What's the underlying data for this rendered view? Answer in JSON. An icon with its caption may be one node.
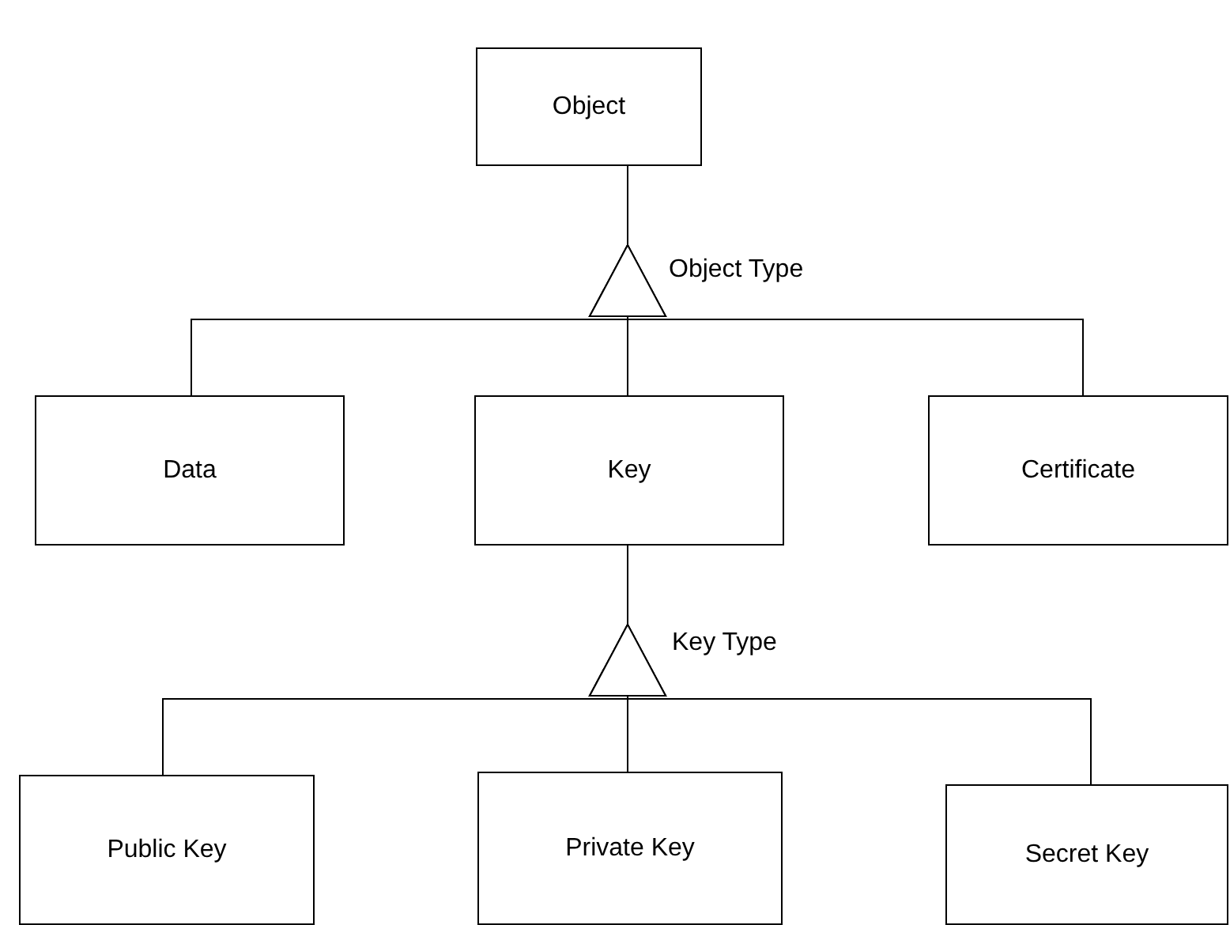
{
  "diagram": {
    "nodes": [
      {
        "text": [
          "Object"
        ]
      },
      {
        "text": [
          "Data"
        ]
      },
      {
        "text": [
          "Key"
        ]
      },
      {
        "text": [
          "Certificate"
        ]
      },
      {
        "text": [
          "Public Key"
        ]
      },
      {
        "text": [
          "Private Key"
        ]
      },
      {
        "text": [
          "Secret Key"
        ]
      }
    ],
    "edges": [
      {
        "from": 1,
        "to": 0,
        "arrow": "to"
      },
      {
        "from": 2,
        "to": 0,
        "arrow": "to"
      },
      {
        "from": 3,
        "to": 0,
        "arrow": "to"
      },
      {
        "from": 4,
        "to": 2,
        "arrow": "to"
      },
      {
        "from": 5,
        "to": 2,
        "arrow": "to"
      },
      {
        "from": 6,
        "to": 2,
        "arrow": "to"
      }
    ],
    "labels": [
      "Object Type",
      "Key Type"
    ]
  }
}
